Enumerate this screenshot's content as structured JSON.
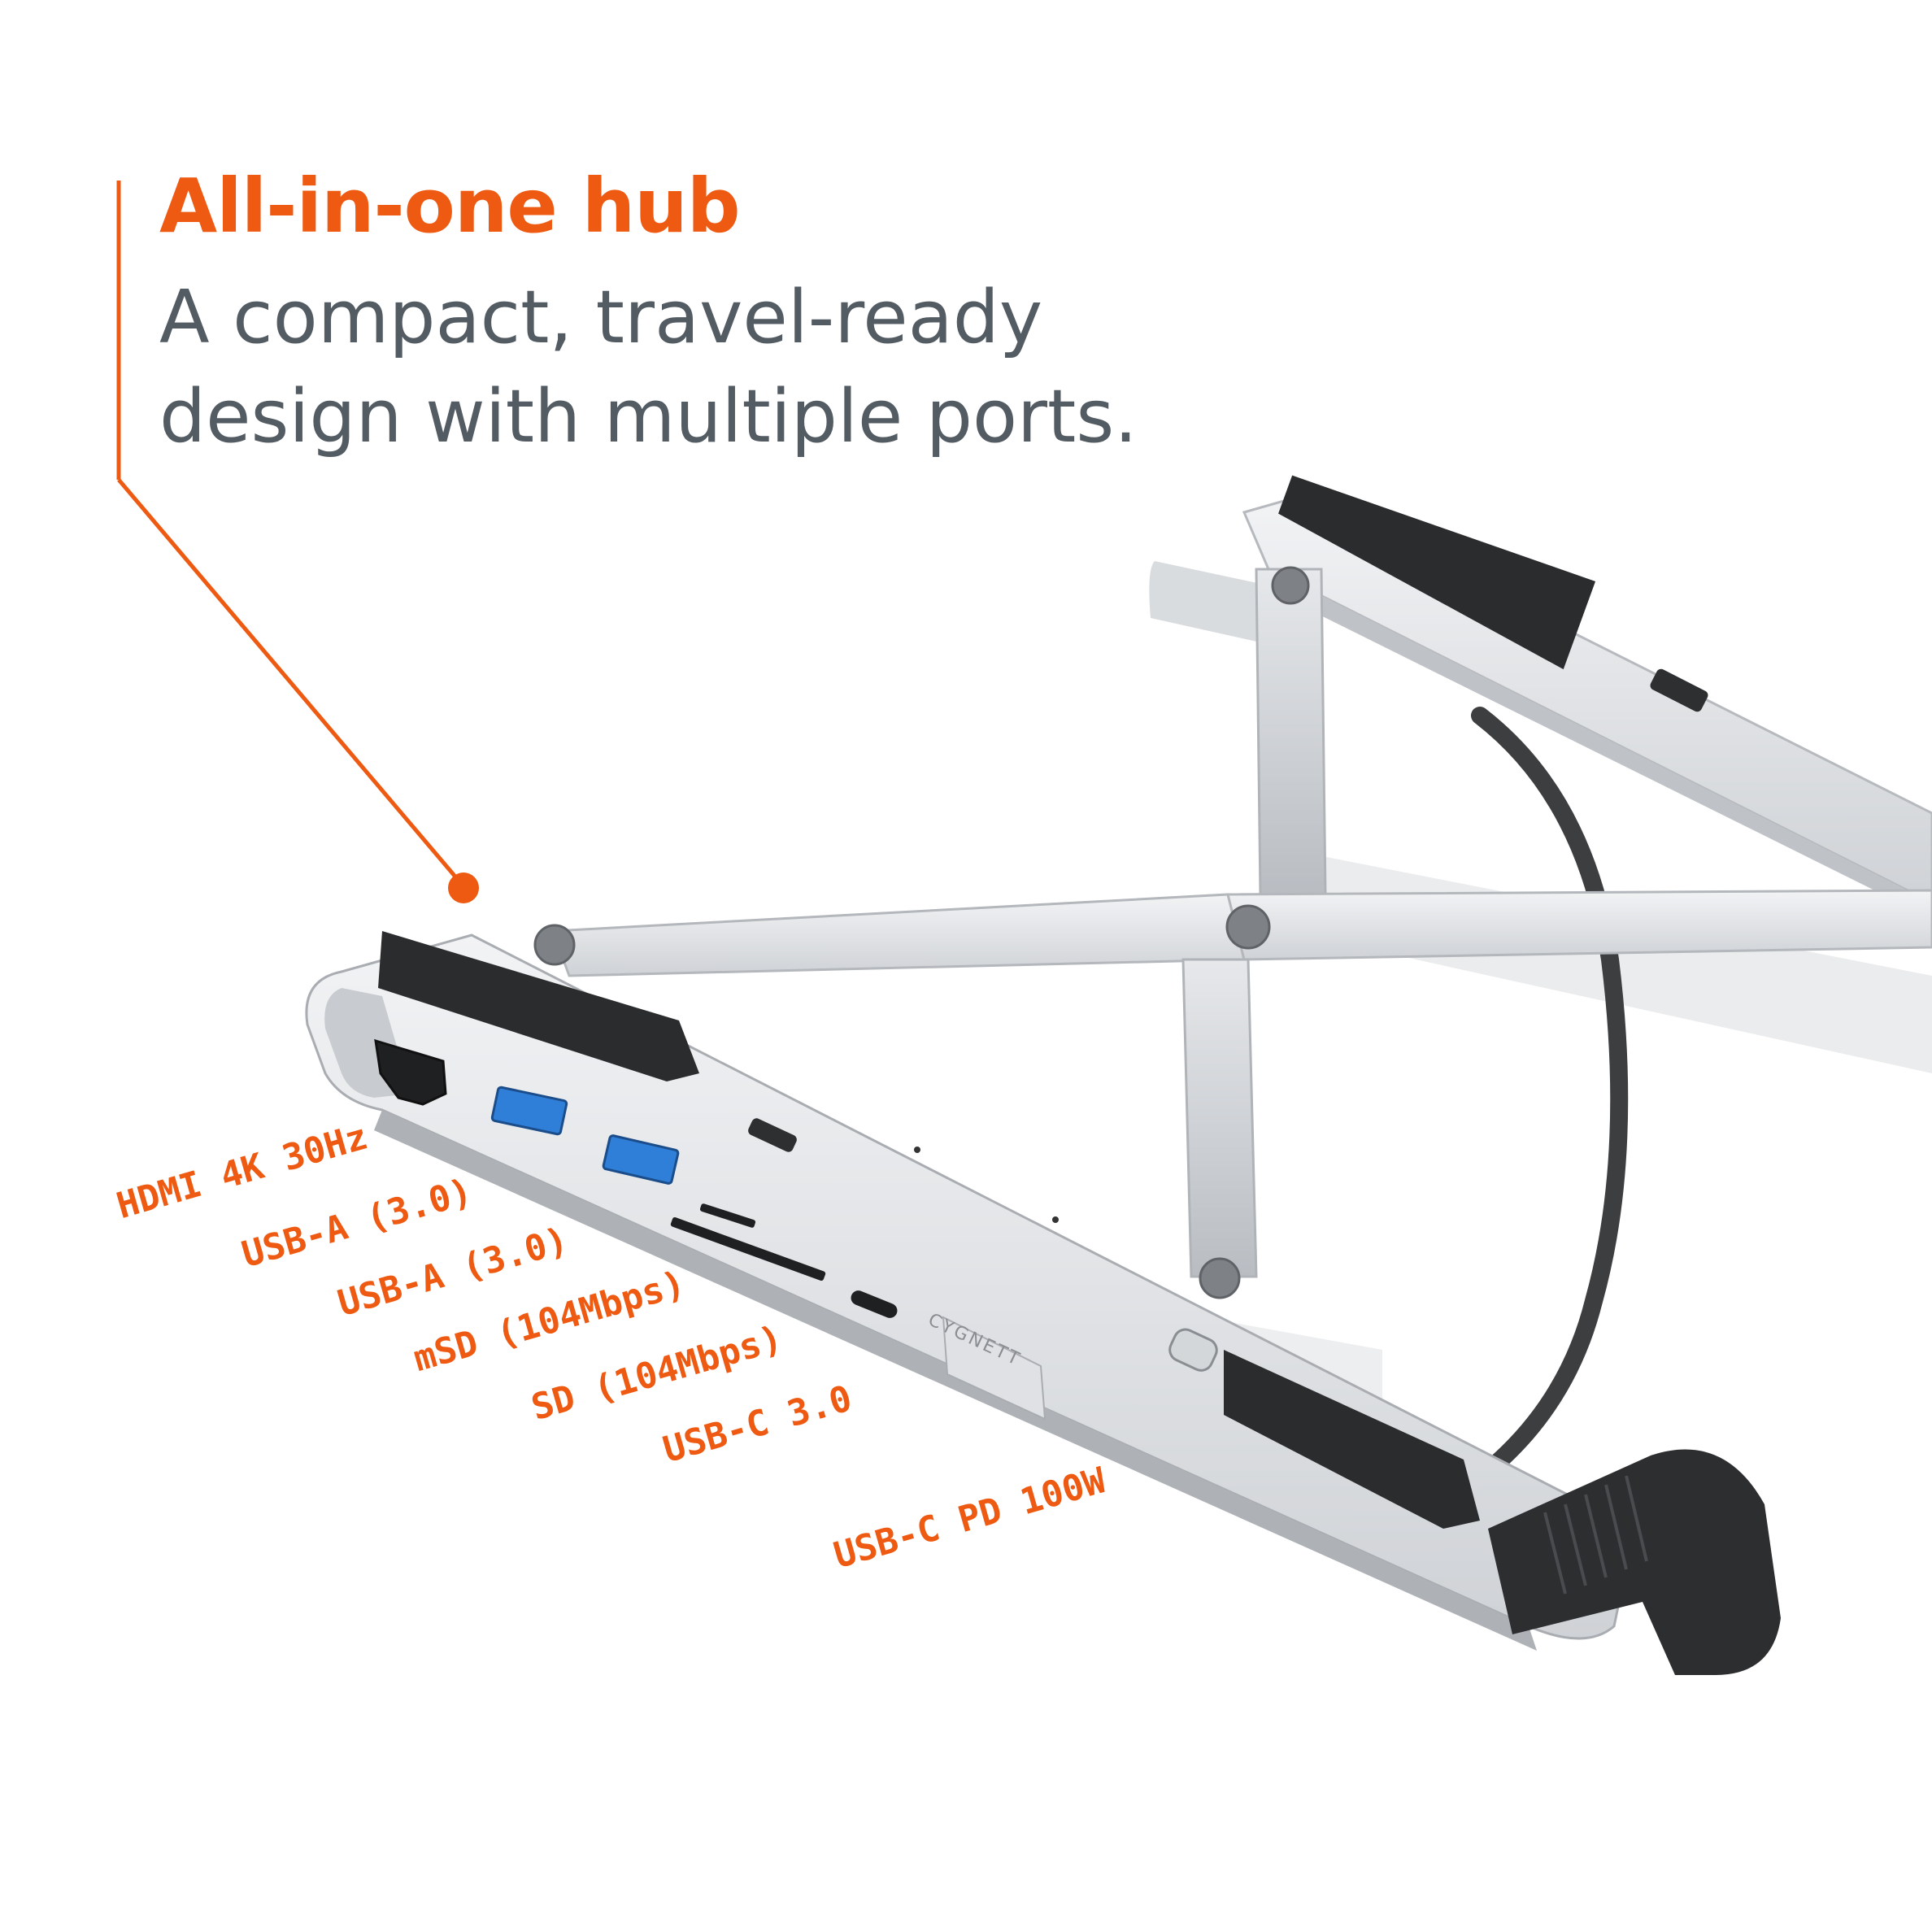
{
  "heading": {
    "title": "All-in-one hub",
    "description_line1": "A compact, travel-ready",
    "description_line2": "design with multiple ports."
  },
  "product": {
    "brand": "CYGNETT"
  },
  "ports": [
    "HDMI 4K 30Hz",
    "USB-A (3.0)",
    "USB-A (3.0)",
    "mSD (104Mbps)",
    "SD (104Mbps)",
    "USB-C 3.0",
    "USB-C PD 100W"
  ],
  "colors": {
    "accent": "#ee5a12",
    "text_gray": "#535b63",
    "aluminium": "#e3e5e8",
    "pad": "#2b2c2e",
    "cable": "#3d3e40",
    "port_blue": "#2f7fd8"
  }
}
